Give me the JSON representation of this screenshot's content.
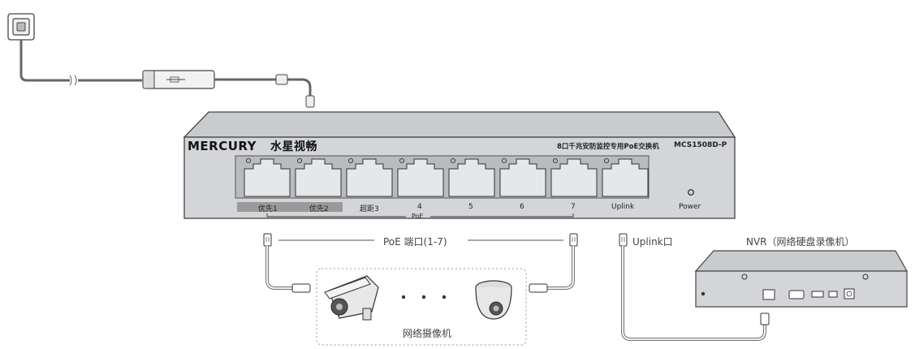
{
  "switch": {
    "brand_en": "MERCURY",
    "brand_cn": "水星视畅",
    "description": "8口千兆安防监控专用PoE交换机",
    "model": "MCS1508D-P",
    "port_labels": [
      "优先1",
      "优先2",
      "超距3",
      "4",
      "5",
      "6",
      "7",
      "Uplink"
    ],
    "poe_group_label": "PoE",
    "power_label": "Power"
  },
  "connections": {
    "poe_ports_label": "PoE 端口(1-7)",
    "uplink_label": "Uplink口"
  },
  "nvr": {
    "title": "NVR（网络硬盘录像机）"
  },
  "cameras": {
    "group_label": "网络摄像机"
  },
  "colors": {
    "switch_body": "#d3d5d8",
    "priority_highlight": "#9a9a9a",
    "cable": "#888888"
  }
}
